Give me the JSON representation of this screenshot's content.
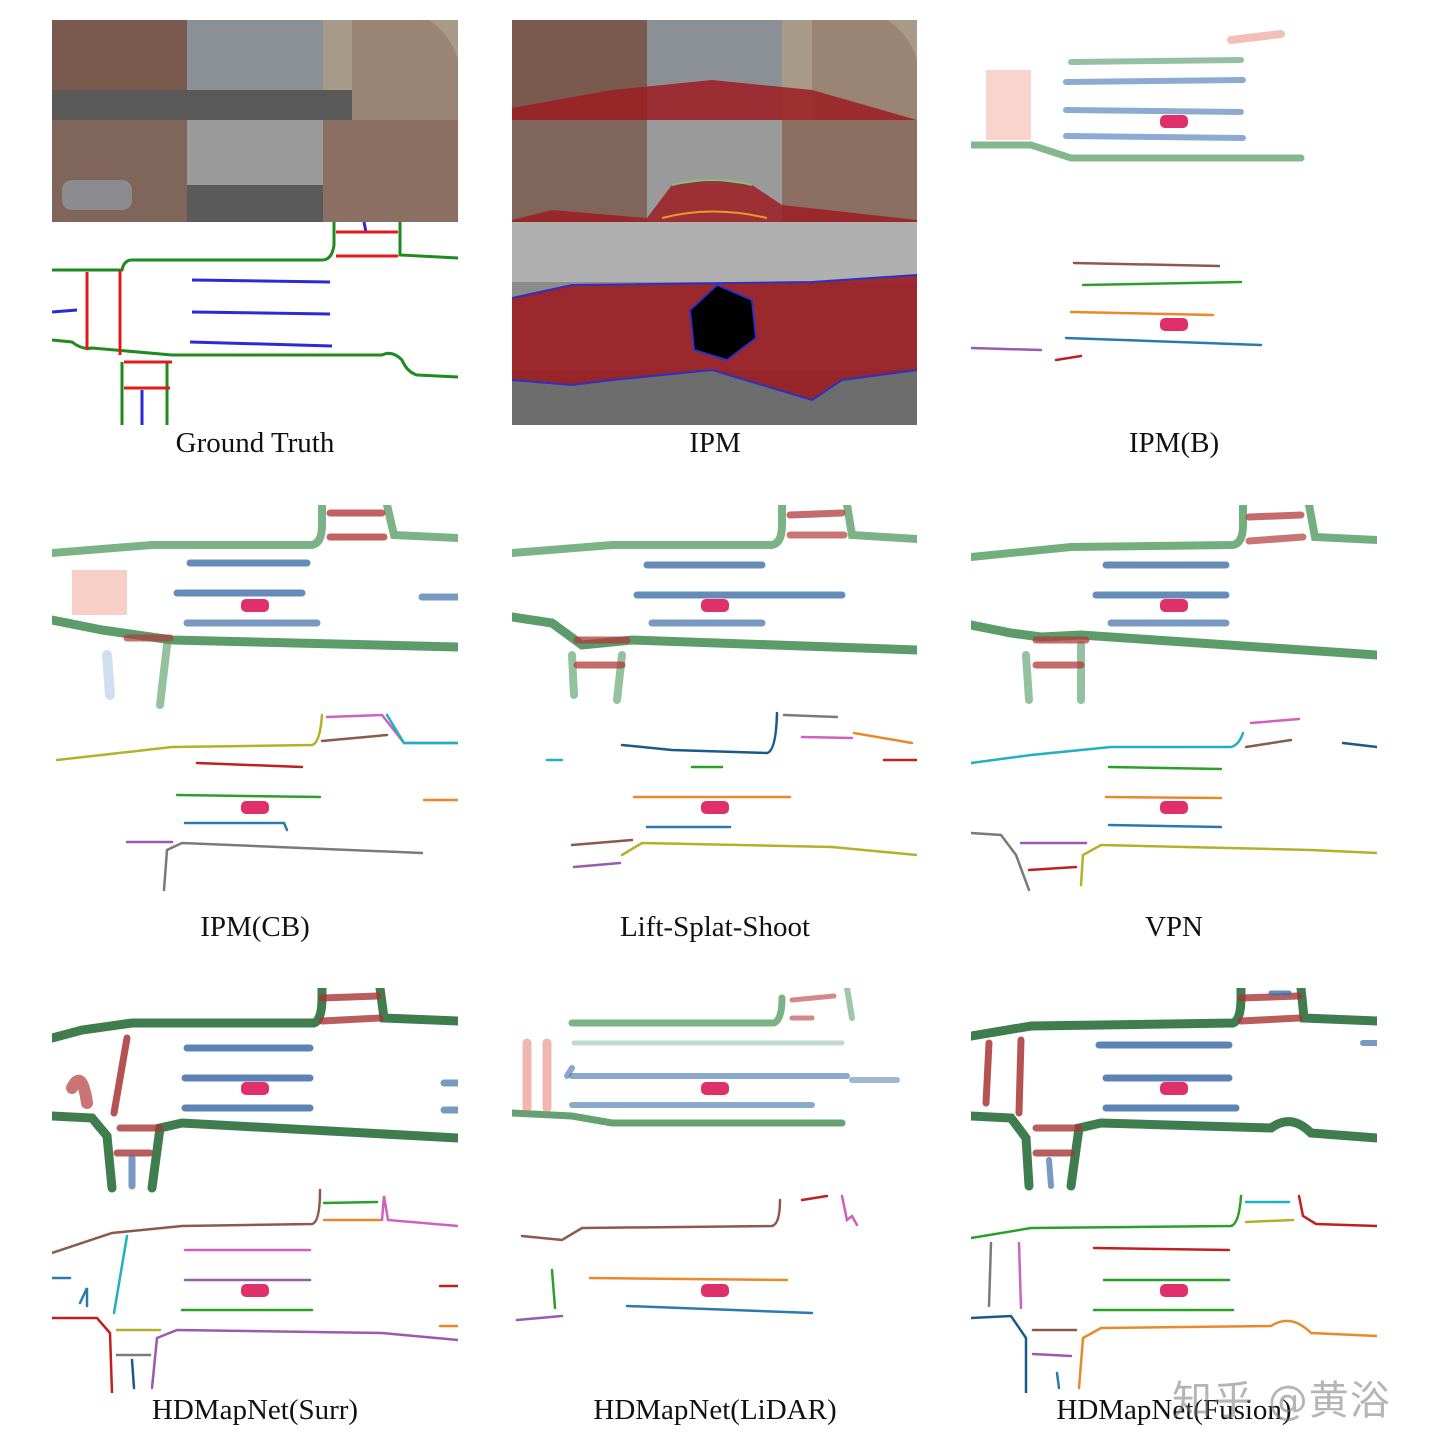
{
  "figure": {
    "captions": {
      "gt": "Ground Truth",
      "ipm": "IPM",
      "ipm_b": "IPM(B)",
      "ipm_cb": "IPM(CB)",
      "lss": "Lift-Splat-Shoot",
      "vpn": "VPN",
      "hd_surr": "HDMapNet(Surr)",
      "hd_lidar": "HDMapNet(LiDAR)",
      "hd_fusion": "HDMapNet(Fusion)"
    },
    "legend_colors": {
      "boundary": "#3f7d4e",
      "divider": "#3e6fa8",
      "ped_crossing": "#b23a3a",
      "ego_car": "#e0306a",
      "gt_boundary": "#1f7a1f",
      "gt_divider": "#2a2ad6",
      "gt_ped": "#e01b1b",
      "road_overlay": "#9c1d22"
    },
    "watermark": "知乎 @黄浴"
  }
}
